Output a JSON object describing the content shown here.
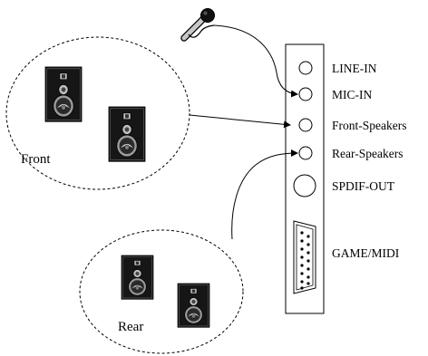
{
  "groups": {
    "front": {
      "label": "Front"
    },
    "rear": {
      "label": "Rear"
    }
  },
  "ports": [
    {
      "label": "LINE-IN"
    },
    {
      "label": "MIC-IN"
    },
    {
      "label": "Front-Speakers"
    },
    {
      "label": "Rear-Speakers"
    },
    {
      "label": "SPDIF-OUT"
    },
    {
      "label": "GAME/MIDI"
    }
  ],
  "icons": [
    "microphone-icon",
    "speaker-icon",
    "game-port-icon"
  ],
  "colors": {
    "line": "#000000",
    "background": "#ffffff"
  }
}
